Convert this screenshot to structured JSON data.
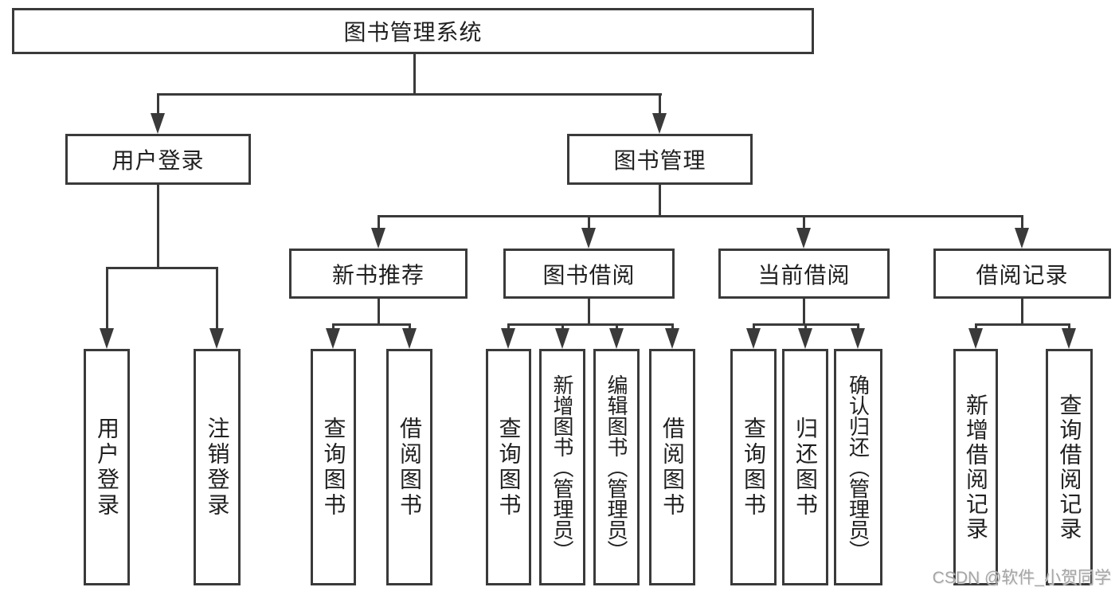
{
  "nodes": {
    "root": {
      "label": "图书管理系统"
    },
    "level2": [
      {
        "label": "用户登录"
      },
      {
        "label": "图书管理"
      }
    ],
    "level3": [
      {
        "label": "新书推荐"
      },
      {
        "label": "图书借阅"
      },
      {
        "label": "当前借阅"
      },
      {
        "label": "借阅记录"
      }
    ],
    "leaves": {
      "user_login": [
        {
          "label": "用户登录"
        },
        {
          "label": "注销登录"
        }
      ],
      "new_book_recommend": [
        {
          "label": "查询图书"
        },
        {
          "label": "借阅图书"
        }
      ],
      "book_borrowing": [
        {
          "label": "查询图书"
        },
        {
          "label": "新增图书（管理员）"
        },
        {
          "label": "编辑图书（管理员）"
        },
        {
          "label": "借阅图书"
        }
      ],
      "current_borrowing": [
        {
          "label": "查询图书"
        },
        {
          "label": "归还图书"
        },
        {
          "label": "确认归还（管理员）"
        }
      ],
      "borrowing_records": [
        {
          "label": "新增借阅记录"
        },
        {
          "label": "查询借阅记录"
        }
      ]
    }
  },
  "watermark": {
    "text": "CSDN @软件_小贺同学"
  },
  "colors": {
    "line": "#3a3a3a",
    "text": "#202020",
    "watermark": "#a6a6a6",
    "background": "#ffffff"
  }
}
